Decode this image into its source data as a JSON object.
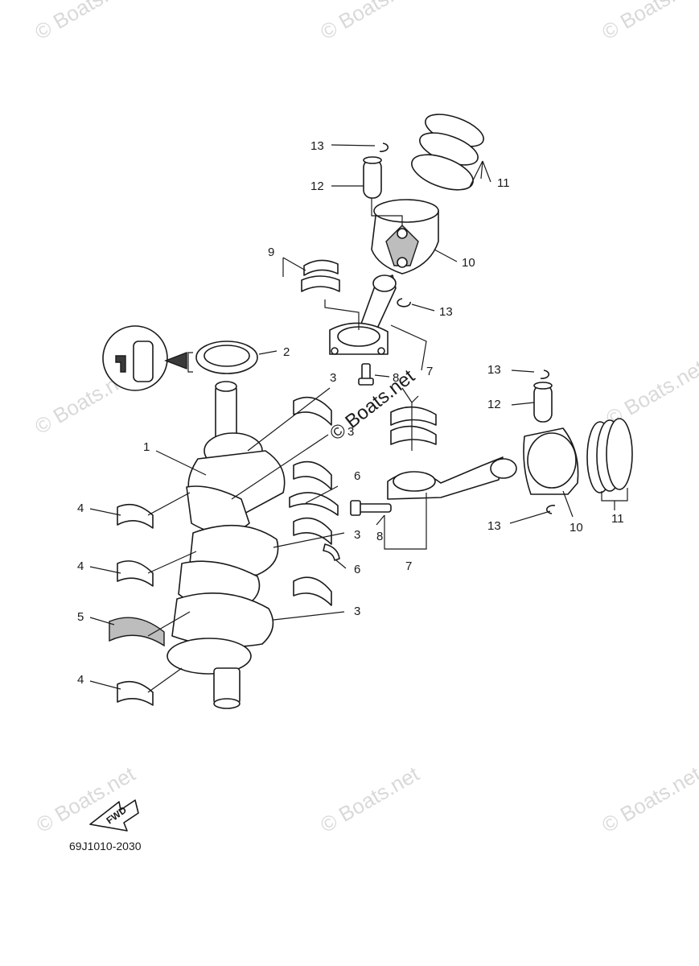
{
  "watermark": "© Boats.net",
  "watermark_dark": "© Boats.net",
  "fwd_label": "FWD",
  "diagram_code": "69J1010-2030",
  "callouts": {
    "c1": "1",
    "c2": "2",
    "c3a": "3",
    "c3b": "3",
    "c3c": "3",
    "c3d": "3",
    "c4a": "4",
    "c4b": "4",
    "c4c": "4",
    "c5": "5",
    "c6a": "6",
    "c6b": "6",
    "c7a": "7",
    "c7b": "7",
    "c8a": "8",
    "c8b": "8",
    "c9": "9",
    "c10a": "10",
    "c10b": "10",
    "c11a": "11",
    "c11b": "11",
    "c12a": "12",
    "c12b": "12",
    "c13a": "13",
    "c13b": "13",
    "c13c": "13",
    "c13d": "13"
  }
}
